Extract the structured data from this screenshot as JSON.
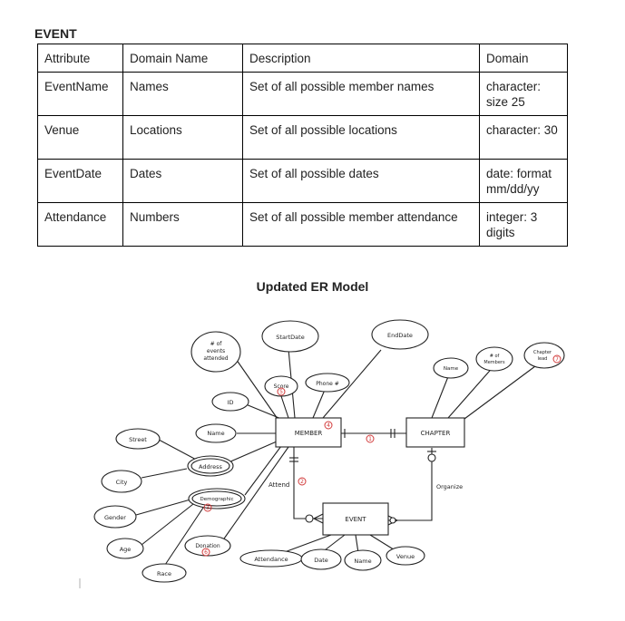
{
  "table": {
    "heading": "EVENT",
    "columns": [
      "Attribute",
      "Domain Name",
      "Description",
      "Domain"
    ],
    "rows": [
      [
        "EventName",
        "Names",
        "Set of all possible member names",
        "character: size 25"
      ],
      [
        "Venue",
        "Locations",
        "Set of all possible locations",
        "character: 30"
      ],
      [
        "EventDate",
        "Dates",
        "Set of all possible dates",
        "date: format mm/dd/yy"
      ],
      [
        "Attendance",
        "Numbers",
        "Set of all possible member attendance",
        "integer: 3 digits"
      ]
    ]
  },
  "diagram": {
    "title": "Updated ER Model",
    "entities": {
      "member": "MEMBER",
      "chapter": "CHAPTER",
      "event": "EVENT"
    },
    "relationships": {
      "attend": "Attend",
      "organize": "Organize"
    },
    "attributes": {
      "events_attended_l1": "# of",
      "events_attended_l2": "events",
      "events_attended_l3": "attended",
      "start_date": "StartDate",
      "end_date": "EndDate",
      "chapter_name": "Name",
      "num_members_l1": "# of",
      "num_members_l2": "Members",
      "chapter_lead_l1": "Chapter",
      "chapter_lead_l2": "lead",
      "score": "Score",
      "phone": "Phone #",
      "id": "ID",
      "member_name": "Name",
      "street": "Street",
      "address": "Address",
      "city": "City",
      "demographic": "Demographic",
      "gender": "Gender",
      "donation": "Donation",
      "age": "Age",
      "race": "Race",
      "attendance": "Attendance",
      "event_date": "Date",
      "event_name": "Name",
      "venue": "Venue"
    },
    "annotations": {
      "chapter_lead": "7",
      "score": "5",
      "member": "4",
      "relationship": "1",
      "attend": "2",
      "demographic": "3",
      "donation": "6"
    }
  }
}
